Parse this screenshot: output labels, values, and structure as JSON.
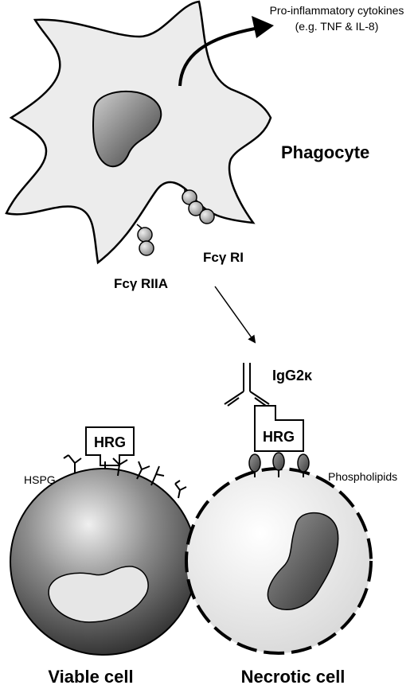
{
  "cytokines": {
    "line1": "Pro-inflammatory cytokines",
    "line2": "(e.g. TNF & IL-8)"
  },
  "phagocyte_label": "Phagocyte",
  "receptors": {
    "fcgri": "Fcγ RI",
    "fcgriia": "Fcγ RIIA"
  },
  "antibody_label": "IgG2κ",
  "hrg_label": "HRG",
  "hspg_label": "HSPG",
  "phospholipids_label": "Phospholipids",
  "viable_cell_label": "Viable cell",
  "necrotic_cell_label": "Necrotic cell"
}
